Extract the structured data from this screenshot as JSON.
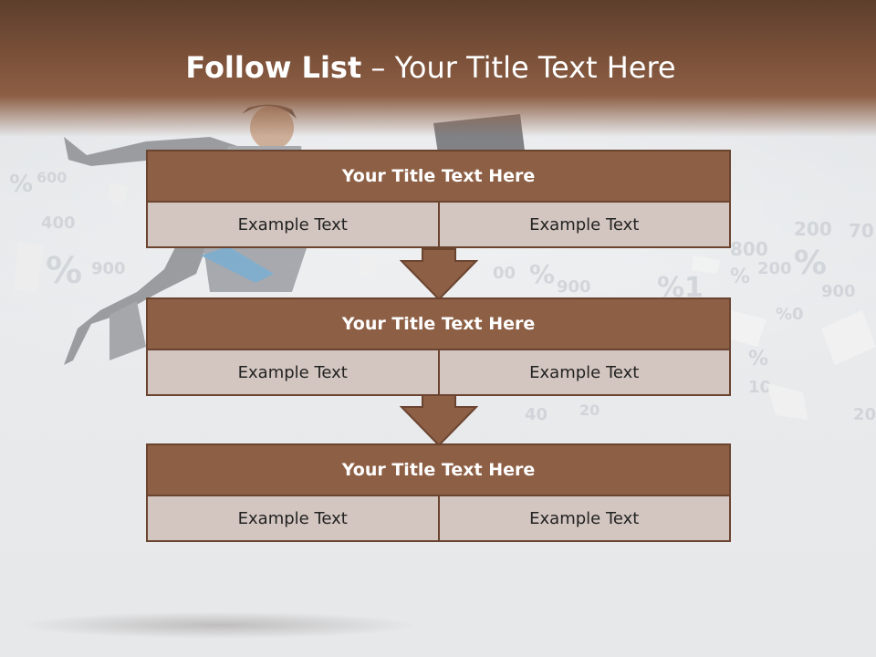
{
  "slide": {
    "title_bold": "Follow List",
    "title_rest": " – Your Title Text Here"
  },
  "blocks": [
    {
      "title": "Your Title Text Here",
      "cells": [
        "Example Text",
        "Example Text"
      ]
    },
    {
      "title": "Your Title Text Here",
      "cells": [
        "Example Text",
        "Example Text"
      ]
    },
    {
      "title": "Your Title Text Here",
      "cells": [
        "Example Text",
        "Example Text"
      ]
    }
  ],
  "colors": {
    "header_brown": "#7a5038",
    "box_brown": "#8d5f45",
    "cell_fill": "#d3c6c0",
    "border": "#6b4430"
  }
}
